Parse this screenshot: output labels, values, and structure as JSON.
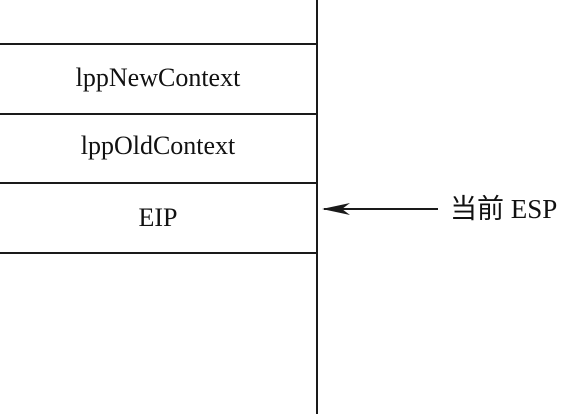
{
  "stack": {
    "cells": [
      {
        "label": ""
      },
      {
        "label": "lppNewContext"
      },
      {
        "label": "lppOldContext"
      },
      {
        "label": "EIP"
      },
      {
        "label": ""
      }
    ]
  },
  "pointer": {
    "label": "当前 ESP",
    "points_to_cell": 3
  },
  "colors": {
    "line": "#1a1a1a",
    "text": "#111111",
    "background": "#ffffff"
  }
}
